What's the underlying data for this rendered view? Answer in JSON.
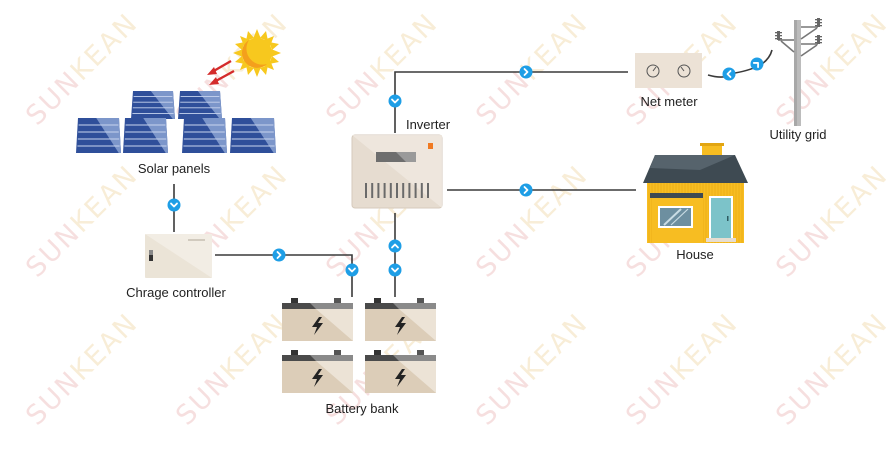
{
  "diagram": {
    "type": "off-grid/hybrid solar power system",
    "watermark": {
      "text_part1": "SUN",
      "text_part2": "KEAN"
    },
    "colors": {
      "connector_line": "#3a3a3a",
      "flow_arrow": "#1e9ee6",
      "sun": "#f7c81e",
      "sun_shade": "#f4a01c",
      "sun_rays_arrows": "#d42b2b",
      "panel_dark": "#2f4f9a",
      "panel_light": "#8aa2d2",
      "device_body": "#ece4d8",
      "battery_body": "#dccdb8",
      "battery_top": "#4a4a4a",
      "house_wall": "#f7bd22",
      "house_roof": "#3e4a52",
      "house_door": "#7cc3c9",
      "pole": "#a6a6a6",
      "inverter_led": "#f07a22"
    },
    "nodes": {
      "solar_panels": {
        "label": "Solar panels"
      },
      "charge_controller": {
        "label": "Chrage controller"
      },
      "battery_bank": {
        "label": "Battery bank"
      },
      "inverter": {
        "label": "Inverter"
      },
      "net_meter": {
        "label": "Net meter"
      },
      "utility_grid": {
        "label": "Utility grid"
      },
      "house": {
        "label": "House"
      }
    },
    "edges": [
      {
        "from": "solar_panels",
        "to": "charge_controller",
        "direction": "down"
      },
      {
        "from": "charge_controller",
        "to": "battery_bank",
        "direction": "right-then-down"
      },
      {
        "from": "battery_bank",
        "to": "inverter",
        "direction": "bidirectional"
      },
      {
        "from": "inverter",
        "to": "net_meter",
        "direction": "right"
      },
      {
        "from": "utility_grid",
        "to": "net_meter",
        "direction": "left"
      },
      {
        "from": "inverter",
        "to": "house",
        "direction": "right"
      }
    ]
  }
}
